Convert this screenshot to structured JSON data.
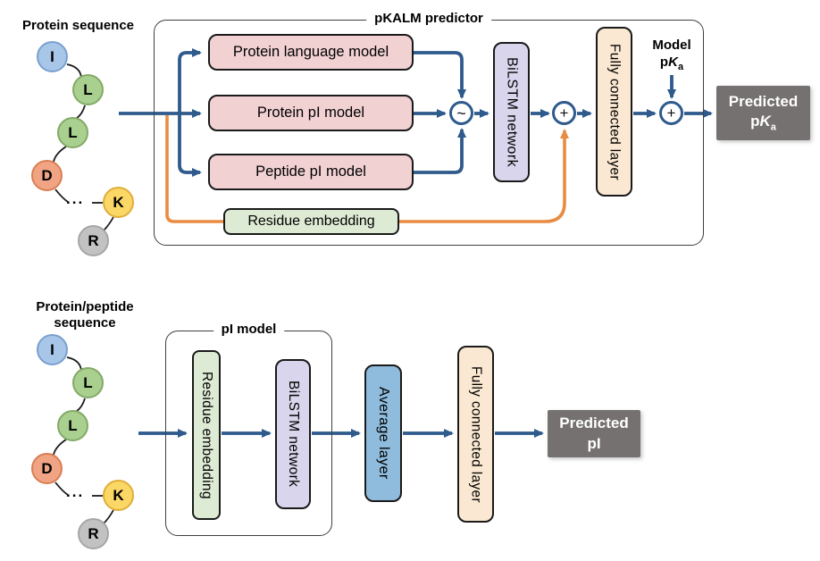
{
  "colors": {
    "arrow_blue": "#2E5A8C",
    "arrow_orange": "#E98C43",
    "connector_black": "#1a1a1a",
    "box_pink": "#F2D1D3",
    "box_green": "#DEEBD4",
    "box_lavender": "#D9D5EC",
    "box_peach": "#FBE8D2",
    "box_blue": "#8FBCDC",
    "box_gray": "#767171",
    "residue_I": "#A8C6E8",
    "residue_L": "#A9D08E",
    "residue_D": "#F0A483",
    "residue_K": "#FBD766",
    "residue_R": "#C3C2C2"
  },
  "top_diagram": {
    "sequence_label": "Protein sequence",
    "residues": [
      {
        "letter": "I"
      },
      {
        "letter": "L"
      },
      {
        "letter": "L"
      },
      {
        "letter": "D"
      },
      {
        "letter": "K"
      },
      {
        "letter": "R"
      }
    ],
    "ellipsis": "...",
    "container_label": "pKALM predictor",
    "protein_language_model": "Protein language model",
    "protein_pi_model": "Protein pI model",
    "peptide_pi_model": "Peptide pI model",
    "residue_embedding": "Residue embedding",
    "concat_symbol": "~",
    "bilstm": "BiLSTM network",
    "add_symbol": "+",
    "fully_connected": "Fully connected layer",
    "add_symbol_2": "+",
    "model_pka": {
      "line1": "Model",
      "p": "p",
      "k": "K",
      "sub": "a"
    },
    "output": {
      "line1": "Predicted",
      "p": "p",
      "k": "K",
      "sub": "a"
    }
  },
  "bottom_diagram": {
    "sequence_label_line1": "Protein/peptide",
    "sequence_label_line2": "sequence",
    "residues": [
      {
        "letter": "I"
      },
      {
        "letter": "L"
      },
      {
        "letter": "L"
      },
      {
        "letter": "D"
      },
      {
        "letter": "K"
      },
      {
        "letter": "R"
      }
    ],
    "ellipsis": "...",
    "container_label": "pI model",
    "residue_embedding": "Residue embedding",
    "bilstm": "BiLSTM network",
    "average_layer": "Average layer",
    "fully_connected": "Fully connected layer",
    "output": {
      "line1": "Predicted",
      "line2": "pI"
    }
  }
}
